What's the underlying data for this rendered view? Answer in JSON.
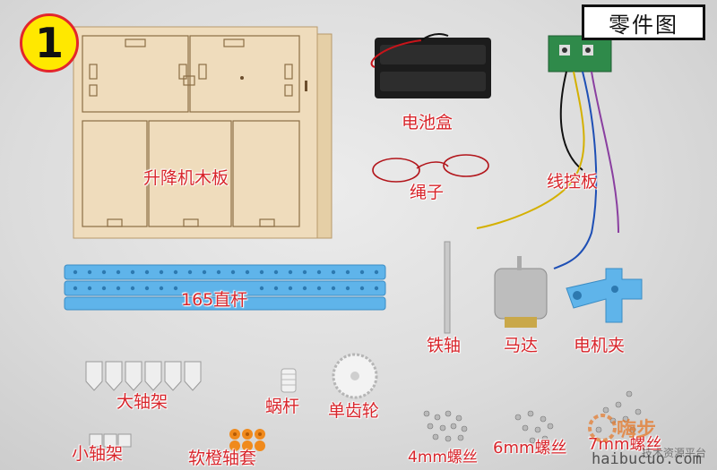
{
  "badge": {
    "number": "1"
  },
  "title": "零件图",
  "labels": {
    "board": "升降机木板",
    "battery_box": "电池盒",
    "rope": "绳子",
    "control_board": "线控板",
    "rod": "165直杆",
    "iron_shaft": "铁轴",
    "motor": "马达",
    "motor_clip": "电机夹",
    "big_bracket": "大轴架",
    "worm": "蜗杆",
    "gear": "单齿轮",
    "small_bracket": "小轴架",
    "sleeve": "软橙轴套",
    "screw_4mm": "4mm螺丝",
    "screw_6mm": "6mm螺丝",
    "screw_7mm": "7mm螺丝"
  },
  "watermark": {
    "line1": "嗨步",
    "line2": "技术资源平台",
    "line3": "haibucuo.com"
  },
  "colors": {
    "label_red": "#d8252b",
    "badge_yellow": "#ffe800",
    "wood": "#ecd9b6",
    "plastic_blue": "#5fb4ea",
    "pcb_green": "#2f8a4a",
    "sleeve_orange": "#f08a1c"
  }
}
